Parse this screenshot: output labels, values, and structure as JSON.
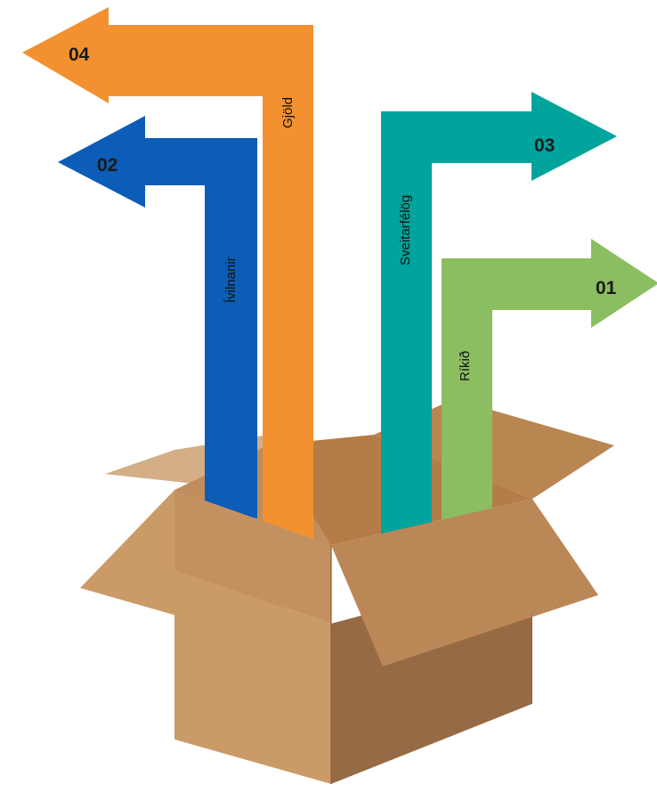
{
  "colors": {
    "orange": "#F39130",
    "blue": "#0B5DB7",
    "teal": "#00A49C",
    "green": "#8BBE61",
    "box_light": "#CC9C69",
    "box_mid": "#BA8858",
    "box_dark": "#976A44",
    "box_inner": "#B88049"
  },
  "arrows": {
    "a01": {
      "number": "01",
      "label": "Ríkið",
      "color": "green",
      "direction": "right"
    },
    "a02": {
      "number": "02",
      "label": "Ívilnanir",
      "color": "blue",
      "direction": "left"
    },
    "a03": {
      "number": "03",
      "label": "Sveitarfélög",
      "color": "teal",
      "direction": "right"
    },
    "a04": {
      "number": "04",
      "label": "Gjöld",
      "color": "orange",
      "direction": "left"
    }
  }
}
